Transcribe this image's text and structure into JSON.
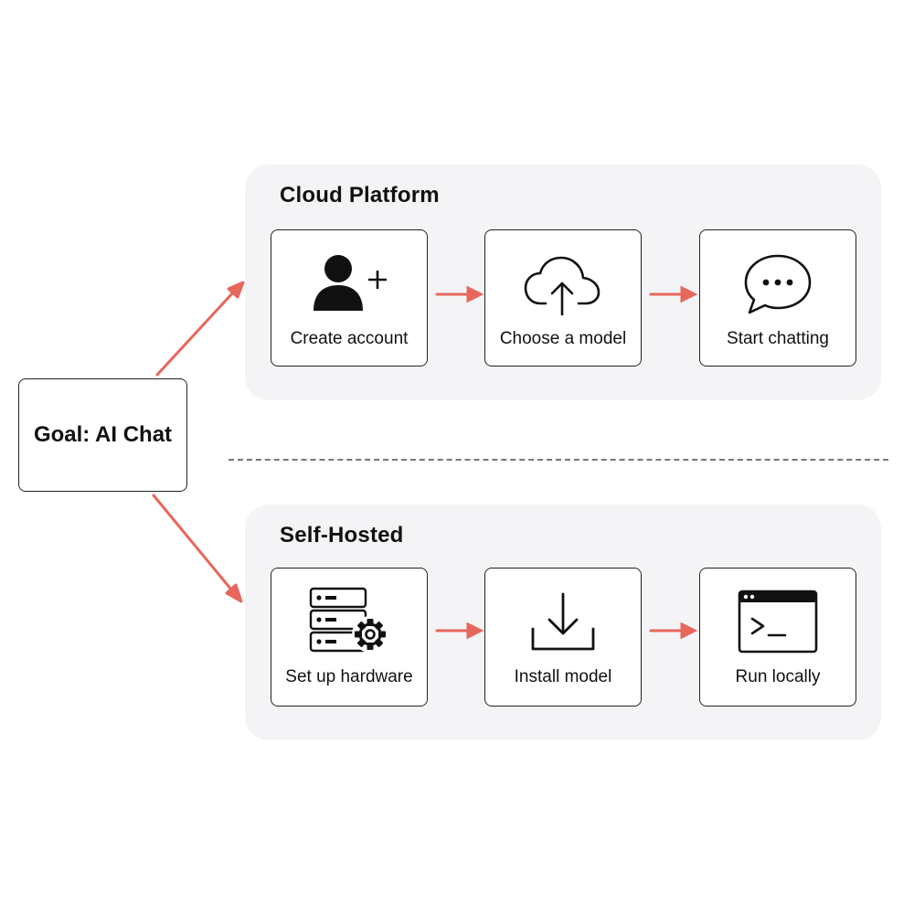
{
  "goal": {
    "label": "Goal: AI Chat"
  },
  "lanes": [
    {
      "title": "Cloud Platform",
      "steps": [
        {
          "label": "Create account",
          "icon": "add-user-icon"
        },
        {
          "label": "Choose a model",
          "icon": "cloud-upload-icon"
        },
        {
          "label": "Start chatting",
          "icon": "chat-bubble-icon"
        }
      ]
    },
    {
      "title": "Self-Hosted",
      "steps": [
        {
          "label": "Set up hardware",
          "icon": "server-gear-icon"
        },
        {
          "label": "Install model",
          "icon": "download-icon"
        },
        {
          "label": "Run locally",
          "icon": "terminal-icon"
        }
      ]
    }
  ],
  "colors": {
    "arrow": "#e8675c",
    "lane_bg": "#f4f4f6",
    "border": "#222222"
  }
}
